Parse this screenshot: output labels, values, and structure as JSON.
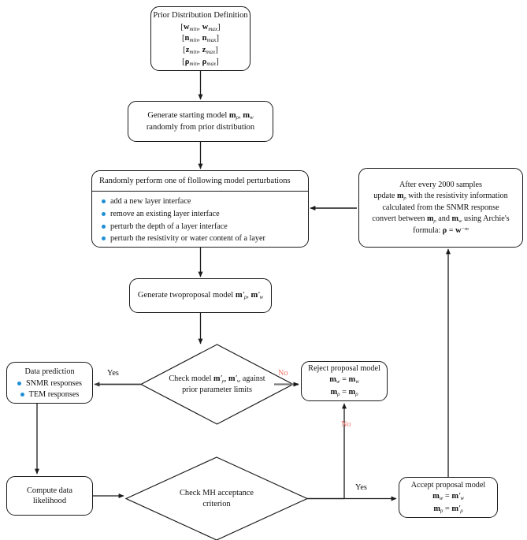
{
  "diagram": {
    "title": "MCMC joint inversion flowchart",
    "accent_bullet_color": "#1f8fd6",
    "no_label_color": "#f4756b",
    "line_color": "#1a1a1a"
  },
  "nodes": {
    "prior": {
      "title": "Prior Distribution Definition",
      "rows": [
        "[w_min, w_max]",
        "[n_min, n_max]",
        "[z_min, z_max]",
        "[rho_min, rho_max]"
      ]
    },
    "start": {
      "line1": "Generate starting model m_rho, m_w",
      "line2": "randomly from prior distribution"
    },
    "perturb": {
      "header": "Randomly perform one of flollowing model perturbations",
      "bullets": [
        "add a new layer interface",
        "remove an existing layer interface",
        "perturb the depth of a layer interface",
        "perturb the resistivity or water content of a layer"
      ]
    },
    "archie": {
      "line1": "After every 2000 samples",
      "line2": "update m_rho with the resistivity information",
      "line3": "calculated from the SNMR response",
      "line4": "convert between m_rho and m_w using Archie's",
      "line5": "formula: rho = w^-m"
    },
    "proposal": {
      "line1": "Generate twoproposal model m'_rho, m'_w"
    },
    "prior_check": {
      "line1": "Check model m'_rho, m'_w against",
      "line2": "prior parameter limits"
    },
    "data_prediction": {
      "title": "Data prediction",
      "bullets": [
        "SNMR responses",
        "TEM responses"
      ]
    },
    "reject": {
      "title": "Reject proposal model",
      "eq1": "m_w = m_w",
      "eq2": "m_rho = m_rho"
    },
    "compute": {
      "line1": "Compute data",
      "line2": "likelihood"
    },
    "mh_check": {
      "line1": "Check MH acceptance",
      "line2": "criterion"
    },
    "accept": {
      "title": "Accept proposal model",
      "eq1": "m_w = m'_w",
      "eq2": "m_rho = m'_rho"
    }
  },
  "edges": {
    "prior_check_yes": "Yes",
    "prior_check_no": "No",
    "reject_no": "No",
    "mh_yes": "Yes"
  }
}
